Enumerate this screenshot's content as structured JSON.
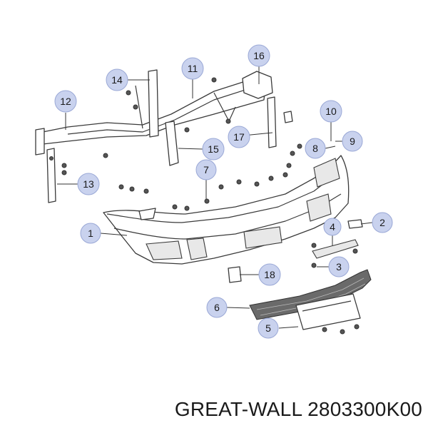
{
  "caption": "GREAT-WALL 2803300K00",
  "callouts": [
    {
      "id": "c1",
      "label": "1"
    },
    {
      "id": "c2",
      "label": "2"
    },
    {
      "id": "c3",
      "label": "3"
    },
    {
      "id": "c4",
      "label": "4"
    },
    {
      "id": "c5",
      "label": "5"
    },
    {
      "id": "c6",
      "label": "6"
    },
    {
      "id": "c7",
      "label": "7"
    },
    {
      "id": "c8",
      "label": "8"
    },
    {
      "id": "c9",
      "label": "9"
    },
    {
      "id": "c10",
      "label": "10"
    },
    {
      "id": "c11",
      "label": "11"
    },
    {
      "id": "c12",
      "label": "12"
    },
    {
      "id": "c13",
      "label": "13"
    },
    {
      "id": "c14",
      "label": "14"
    },
    {
      "id": "c15",
      "label": "15"
    },
    {
      "id": "c16",
      "label": "16"
    },
    {
      "id": "c17",
      "label": "17"
    },
    {
      "id": "c18",
      "label": "18"
    }
  ]
}
